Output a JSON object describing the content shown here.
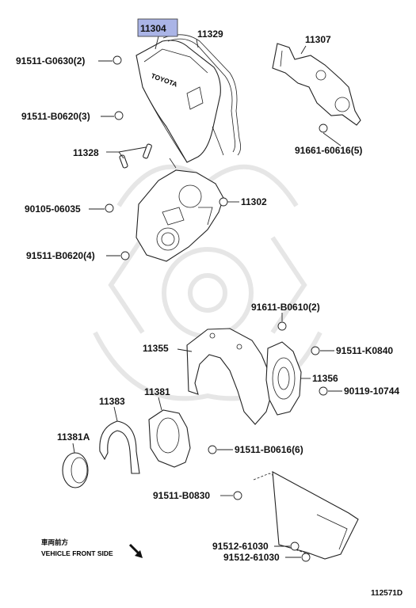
{
  "diagram": {
    "highlight_color": "#aab4e6",
    "text_color": "#111111",
    "highlighted_part": "11304",
    "labels": [
      {
        "id": "p11304",
        "text": "11304"
      },
      {
        "id": "p11329",
        "text": "11329"
      },
      {
        "id": "p11307",
        "text": "11307"
      },
      {
        "id": "b91511G0630",
        "text": "91511-G0630(2)"
      },
      {
        "id": "b91511B0620a",
        "text": "91511-B0620(3)"
      },
      {
        "id": "b91661",
        "text": "91661-60616(5)"
      },
      {
        "id": "p11328",
        "text": "11328"
      },
      {
        "id": "b90105",
        "text": "90105-06035"
      },
      {
        "id": "p11302",
        "text": "11302"
      },
      {
        "id": "b91511B0620b",
        "text": "91511-B0620(4)"
      },
      {
        "id": "b91611",
        "text": "91611-B0610(2)"
      },
      {
        "id": "p11355",
        "text": "11355"
      },
      {
        "id": "b91511K0840",
        "text": "91511-K0840"
      },
      {
        "id": "p11356",
        "text": "11356"
      },
      {
        "id": "b90119",
        "text": "90119-10744"
      },
      {
        "id": "p11383",
        "text": "11383"
      },
      {
        "id": "p11381",
        "text": "11381"
      },
      {
        "id": "p11381A",
        "text": "11381A"
      },
      {
        "id": "b91511B0616",
        "text": "91511-B0616(6)"
      },
      {
        "id": "b91511B0830",
        "text": "91511-B0830"
      },
      {
        "id": "b91512a",
        "text": "91512-61030"
      },
      {
        "id": "b91512b",
        "text": "91512-61030"
      }
    ],
    "direction_note": {
      "japanese": "車両前方",
      "english": "VEHICLE FRONT SIDE",
      "icon": "arrow-down-right-icon"
    },
    "cover_brand": "TOYOTA",
    "diagram_code": "112571D"
  }
}
